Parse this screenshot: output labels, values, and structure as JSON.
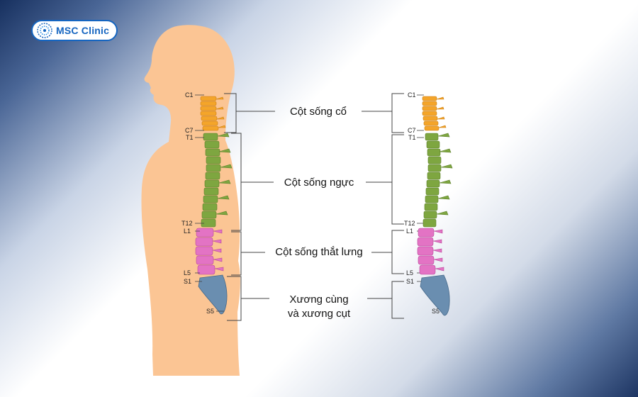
{
  "logo": {
    "text": "MSC Clinic",
    "icon": "msc-clinic-logo-icon",
    "color": "#1565c0"
  },
  "regions": [
    {
      "id": "cervical",
      "label": "Cột sống cổ",
      "color": "#f4a52a"
    },
    {
      "id": "thoracic",
      "label": "Cột sống ngực",
      "color": "#7ea640"
    },
    {
      "id": "lumbar",
      "label": "Cột sống thắt lưng",
      "color": "#e373c4"
    },
    {
      "id": "sacral",
      "label_lines": [
        "Xương cùng",
        "và  xương cụt"
      ],
      "color": "#6a8eb0"
    }
  ],
  "vertebra_labels": {
    "left": [
      "C1",
      "C7",
      "T1",
      "T12",
      "L1",
      "L5",
      "S1",
      "S5"
    ],
    "right": [
      "C1",
      "C7",
      "T1",
      "T12",
      "L1",
      "L5",
      "S1",
      "S5"
    ]
  },
  "colors": {
    "body_skin": "#fbc594",
    "line": "#444444"
  }
}
